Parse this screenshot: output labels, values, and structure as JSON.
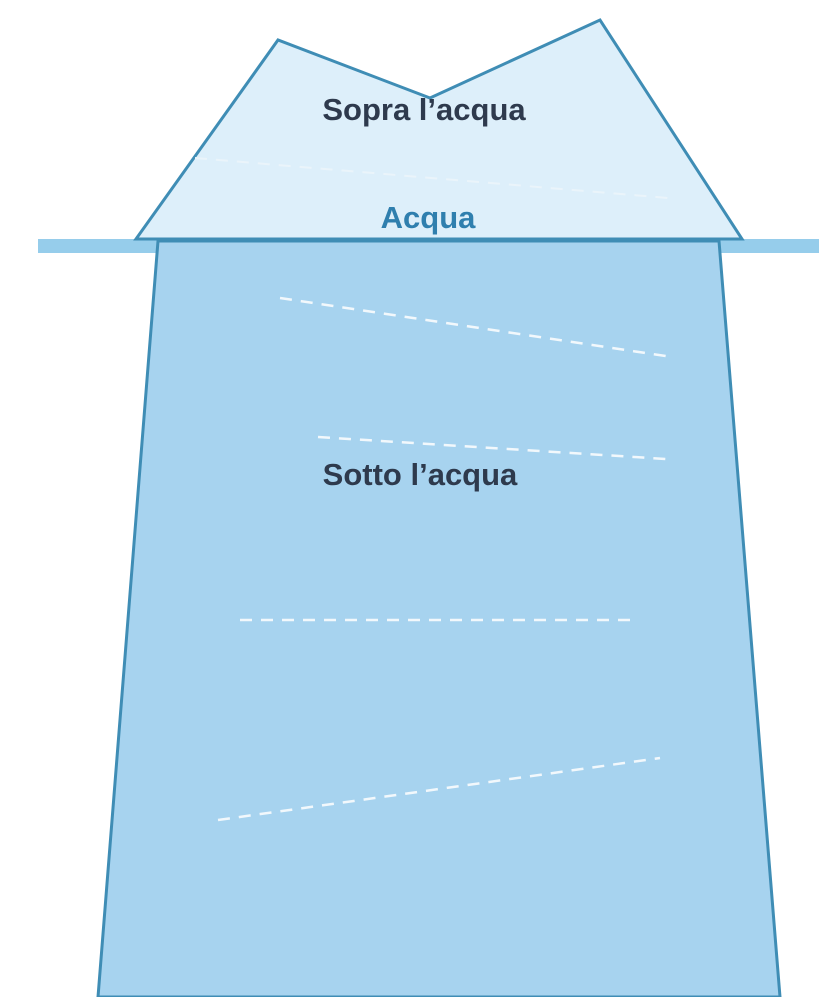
{
  "labels": {
    "above": "Sopra l’acqua",
    "water": "Acqua",
    "below": "Sotto l’acqua"
  },
  "colors": {
    "above_fill": "#DDEFFA",
    "below_fill": "#A7D3EF",
    "outline": "#3F8DB5",
    "water_line": "#96CDEB",
    "dash": "#F2F8FC",
    "dark_text": "#2E3A4D",
    "water_text": "#2F7FAE"
  }
}
